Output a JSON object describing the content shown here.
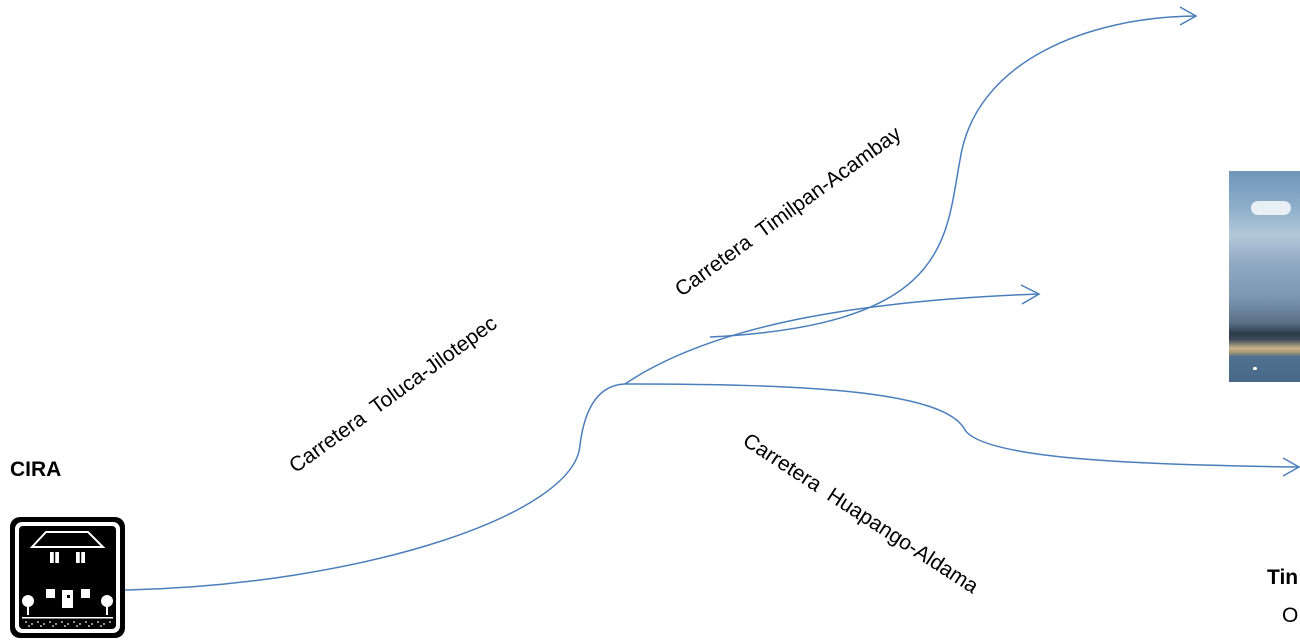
{
  "origin": {
    "label": "CIRA",
    "icon": "house-icon"
  },
  "roads": [
    {
      "name": "Carretera  Toluca-Jilotepec"
    },
    {
      "name": "Carretera  Timilpan-Acambay"
    },
    {
      "name": "Carretera  Huapango-Aldama"
    }
  ],
  "destination": {
    "name": "Tin",
    "subtitle": "O"
  },
  "colors": {
    "line": "#4a7ebb",
    "text": "#000000",
    "icon": "#000000"
  }
}
